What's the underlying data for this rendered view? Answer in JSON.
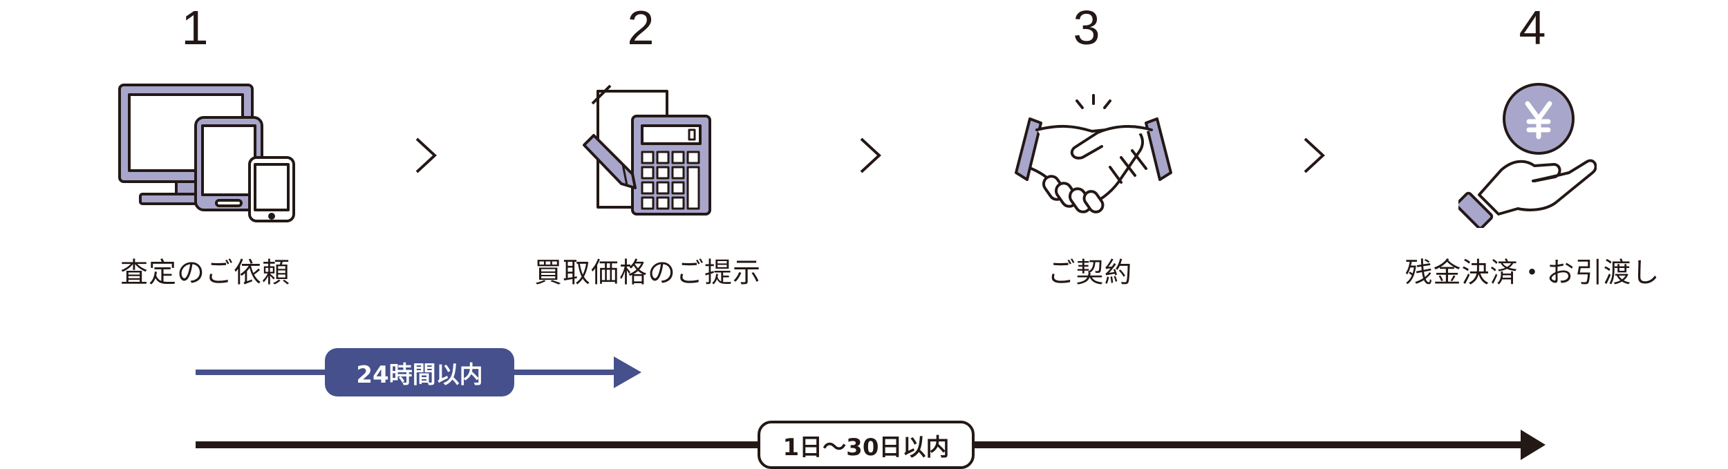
{
  "colors": {
    "icon_fill": "#a8a6cb",
    "stroke": "#231815",
    "accent": "#45508c"
  },
  "steps": [
    {
      "number": "1",
      "label": "査定のご依頼",
      "icon": "devices-icon"
    },
    {
      "number": "2",
      "label": "買取価格のご提示",
      "icon": "calculator-document-icon"
    },
    {
      "number": "3",
      "label": "ご契約",
      "icon": "handshake-icon"
    },
    {
      "number": "4",
      "label": "残金決済・お引渡し",
      "icon": "yen-coin-hand-icon"
    }
  ],
  "timelines": [
    {
      "label": "24時間以内",
      "from_step": "1",
      "to_step": "2"
    },
    {
      "label": "1日〜30日以内",
      "from_step": "1",
      "to_step": "4"
    }
  ]
}
